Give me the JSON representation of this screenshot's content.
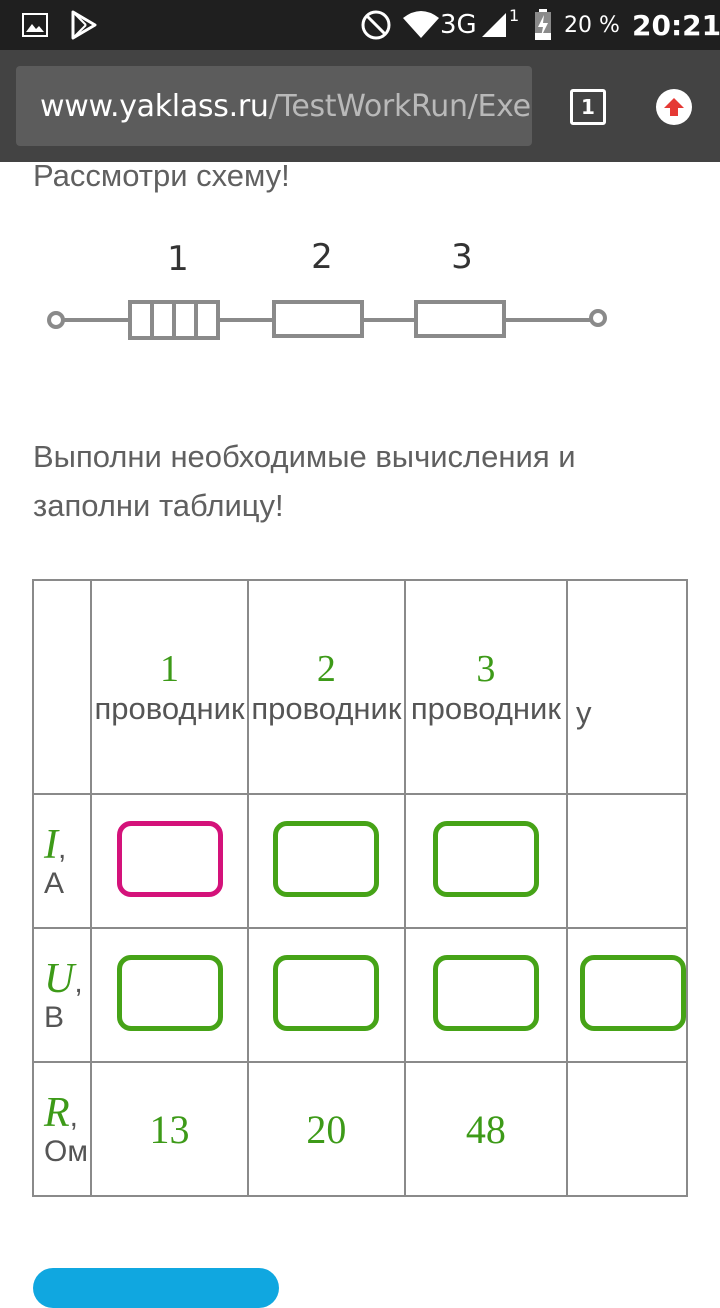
{
  "status_bar": {
    "network": "3G",
    "signal_badge": "1",
    "battery": "20 %",
    "time": "20:21"
  },
  "browser": {
    "url_host": "www.yaklass.ru",
    "url_path": "/TestWorkRun/Exe",
    "tab_count": "1"
  },
  "content": {
    "instruction1": "Рассмотри схему!",
    "instruction2_line1": "Выполни необходимые вычисления и",
    "instruction2_line2": "заполни таблицу!",
    "circuit_labels": [
      "1",
      "2",
      "3"
    ]
  },
  "table": {
    "headers": [
      {
        "num": "1",
        "word": "проводник"
      },
      {
        "num": "2",
        "word": "проводник"
      },
      {
        "num": "3",
        "word": "проводник"
      },
      {
        "num": "",
        "word": "у"
      }
    ],
    "rows": [
      {
        "var": "I",
        "unit": "А"
      },
      {
        "var": "U",
        "unit": "В"
      },
      {
        "var": "R",
        "unit": "Ом",
        "values": [
          "13",
          "20",
          "48"
        ]
      }
    ]
  },
  "colors": {
    "green": "#3d9a18",
    "active_input": "#d4127a",
    "button_blue": "#10a7e0"
  }
}
